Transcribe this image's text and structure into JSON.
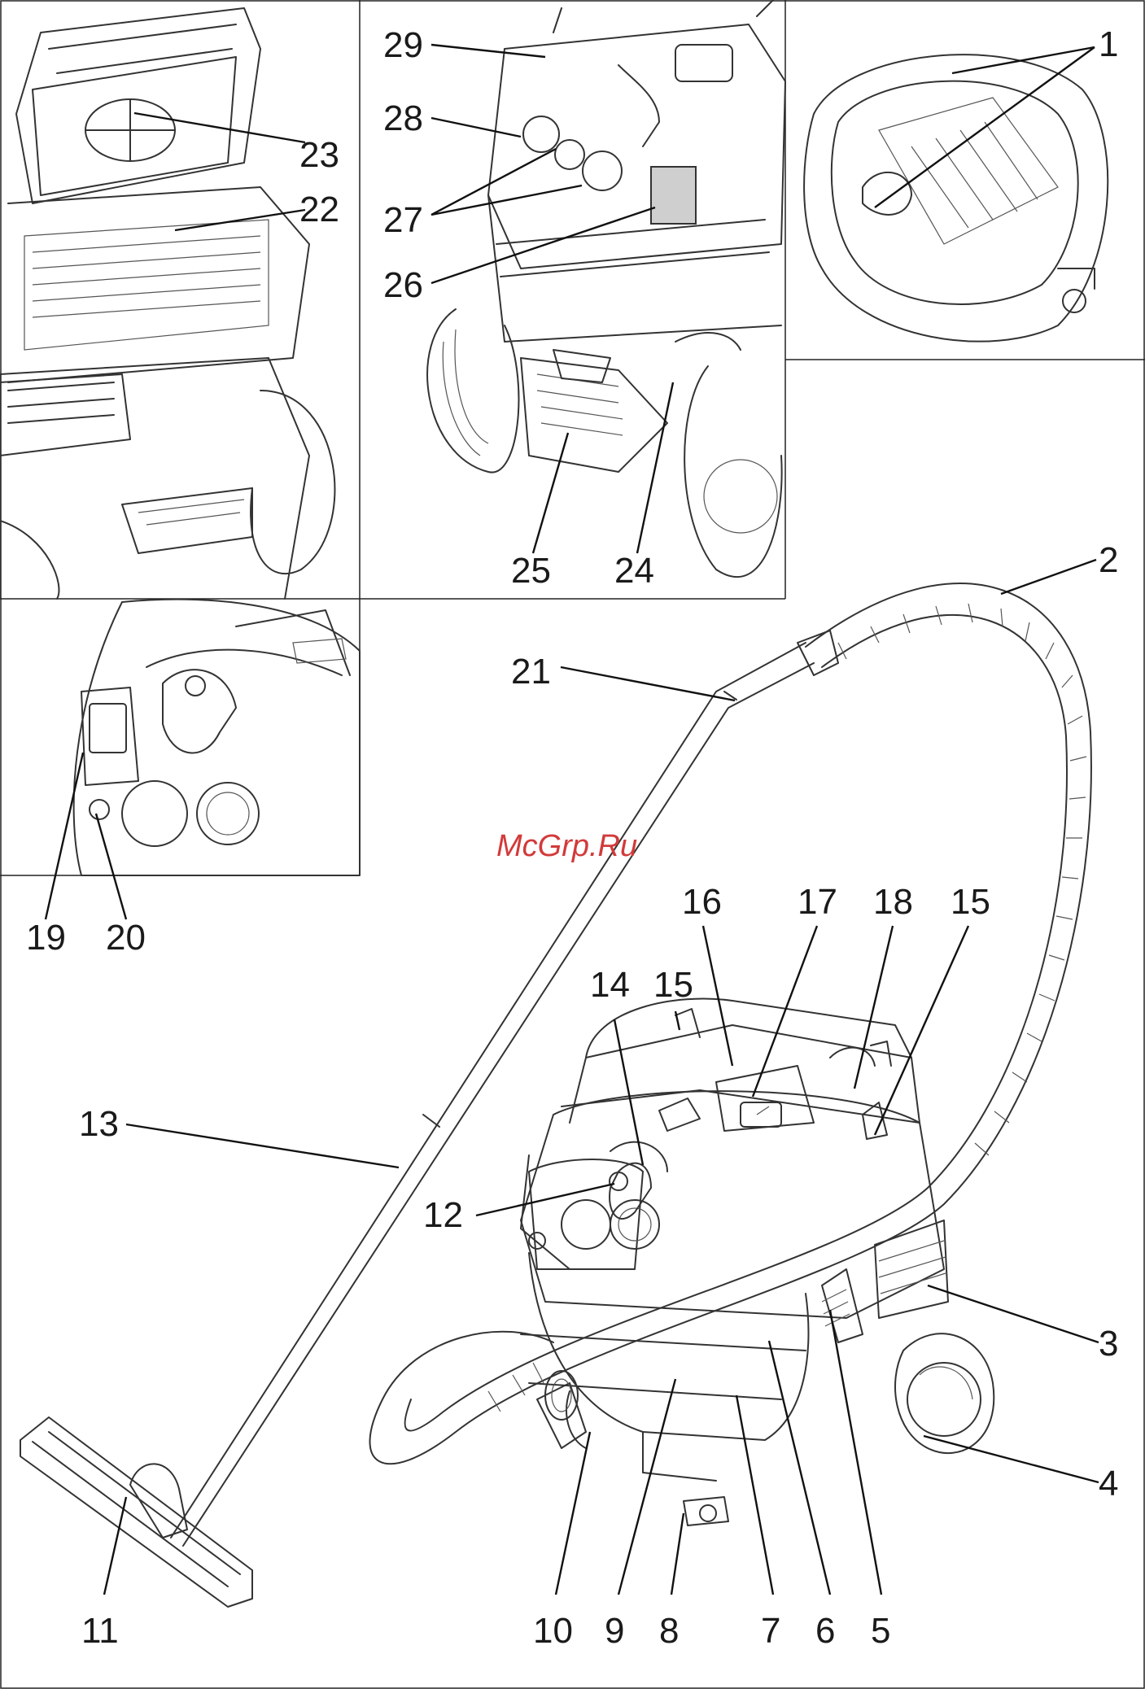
{
  "watermark": "McGrp.Ru",
  "callouts": [
    {
      "id": "c1",
      "label": "1"
    },
    {
      "id": "c2",
      "label": "2"
    },
    {
      "id": "c3",
      "label": "3"
    },
    {
      "id": "c4",
      "label": "4"
    },
    {
      "id": "c5",
      "label": "5"
    },
    {
      "id": "c6",
      "label": "6"
    },
    {
      "id": "c7",
      "label": "7"
    },
    {
      "id": "c8",
      "label": "8"
    },
    {
      "id": "c9",
      "label": "9"
    },
    {
      "id": "c10",
      "label": "10"
    },
    {
      "id": "c11",
      "label": "11"
    },
    {
      "id": "c12",
      "label": "12"
    },
    {
      "id": "c13",
      "label": "13"
    },
    {
      "id": "c14",
      "label": "14"
    },
    {
      "id": "c15a",
      "label": "15"
    },
    {
      "id": "c15b",
      "label": "15"
    },
    {
      "id": "c16",
      "label": "16"
    },
    {
      "id": "c17",
      "label": "17"
    },
    {
      "id": "c18",
      "label": "18"
    },
    {
      "id": "c19",
      "label": "19"
    },
    {
      "id": "c20",
      "label": "20"
    },
    {
      "id": "c21",
      "label": "21"
    },
    {
      "id": "c22",
      "label": "22"
    },
    {
      "id": "c23",
      "label": "23"
    },
    {
      "id": "c24",
      "label": "24"
    },
    {
      "id": "c25",
      "label": "25"
    },
    {
      "id": "c26",
      "label": "26"
    },
    {
      "id": "c27",
      "label": "27"
    },
    {
      "id": "c28",
      "label": "28"
    },
    {
      "id": "c29",
      "label": "29"
    }
  ]
}
